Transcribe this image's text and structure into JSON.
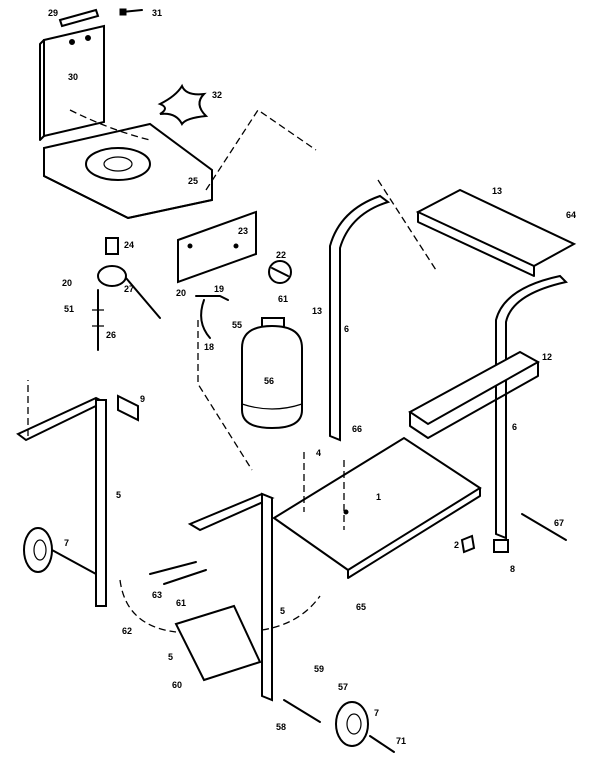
{
  "labels": {
    "p1": "1",
    "p2": "2",
    "p5a": "5",
    "p5b": "5",
    "p5c": "5",
    "p6a": "6",
    "p6b": "6",
    "p7a": "7",
    "p7b": "7",
    "p8": "8",
    "p9": "9",
    "p12": "12",
    "p13a": "13",
    "p13b": "13",
    "p18": "18",
    "p19": "19",
    "p20a": "20",
    "p20b": "20",
    "p22": "22",
    "p23": "23",
    "p24": "24",
    "p25": "25",
    "p26": "26",
    "p27": "27",
    "p29": "29",
    "p30": "30",
    "p31": "31",
    "p32": "32",
    "p51": "51",
    "p55": "55",
    "p56": "56",
    "p57": "57",
    "p58": "58",
    "p59": "59",
    "p60": "60",
    "p61a": "61",
    "p61b": "61",
    "p62": "62",
    "p63": "63",
    "p64": "64",
    "p65": "65",
    "p66": "66",
    "p67": "67",
    "p71": "71",
    "p4": "4"
  }
}
